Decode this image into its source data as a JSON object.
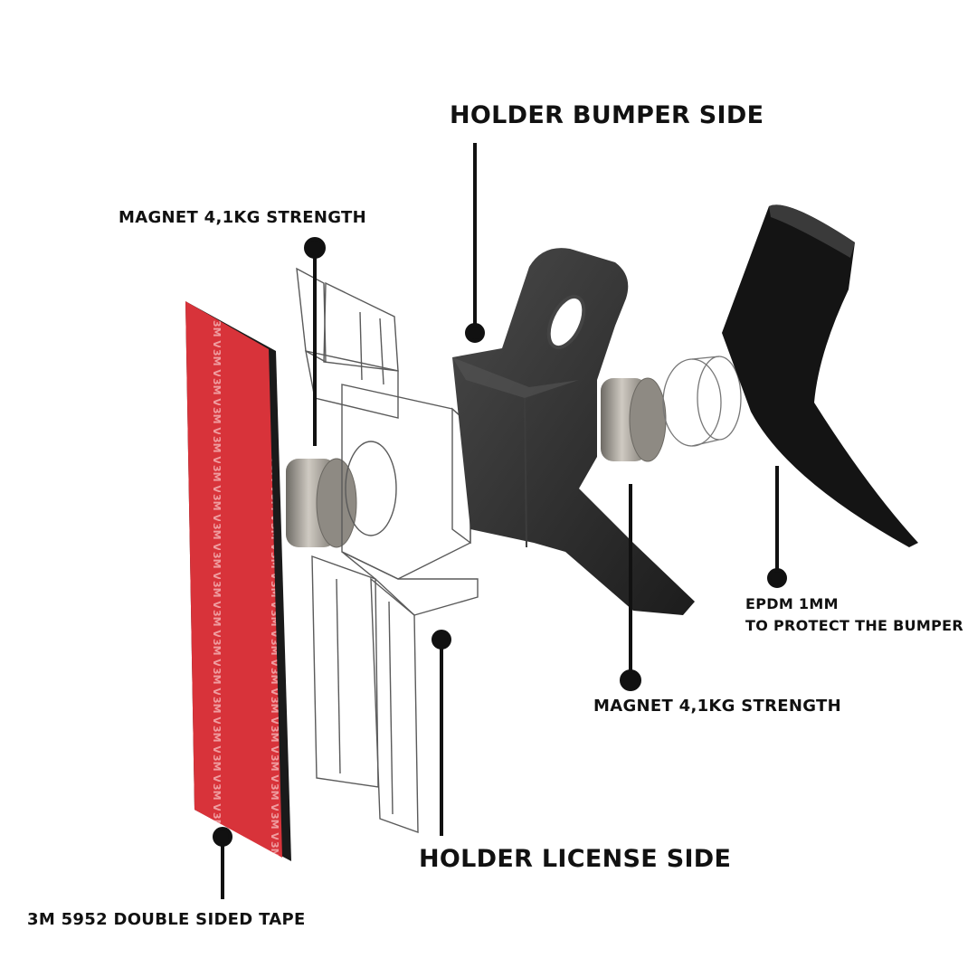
{
  "callouts": {
    "holder_bumper_side": "HOLDER BUMPER SIDE",
    "magnet_top": "MAGNET 4,1KG STRENGTH",
    "epdm_line1": "EPDM 1MM",
    "epdm_line2": "TO PROTECT THE BUMPER",
    "magnet_bottom": "MAGNET 4,1KG STRENGTH",
    "holder_license_side": "HOLDER LICENSE SIDE",
    "tape": "3M 5952 DOUBLE SIDED TAPE"
  },
  "tape_print": "3M VHB",
  "colors": {
    "tape_red": "#d8333a",
    "tape_edge": "#1a1a1a",
    "holder_dark": "#2b2b2b",
    "epdm_black": "#141414",
    "magnet_grey": "#9a968f",
    "leader": "#111111"
  }
}
